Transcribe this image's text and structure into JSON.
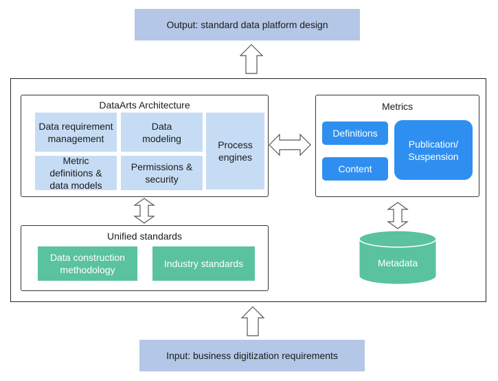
{
  "output": {
    "label": "Output: standard data platform design"
  },
  "input": {
    "label": "Input: business digitization requirements"
  },
  "dataarts": {
    "title": "DataArts Architecture",
    "cells": {
      "data_requirement": "Data requirement management",
      "data_modeling": "Data modeling",
      "process_engines": "Process engines",
      "metric_definitions": "Metric definitions & data models",
      "permissions": "Permissions & security"
    }
  },
  "unified": {
    "title": "Unified standards",
    "cells": {
      "construction": "Data construction methodology",
      "industry": "Industry standards"
    }
  },
  "metrics": {
    "title": "Metrics",
    "cells": {
      "definitions": "Definitions",
      "content": "Content",
      "publication": "Publication/ Suspension"
    }
  },
  "metadata": {
    "label": "Metadata"
  },
  "colors": {
    "io_box": "#b4c7e7",
    "light_blue": "#c6dcf4",
    "green": "#5ac29e",
    "blue": "#2f8ff0"
  }
}
